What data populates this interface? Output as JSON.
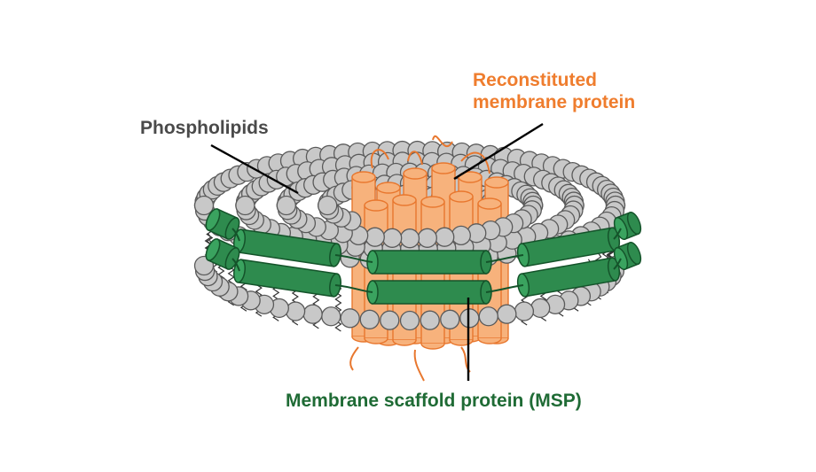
{
  "labels": {
    "phospholipids": "Phospholipids",
    "protein_line1": "Reconstituted",
    "protein_line2": "membrane protein",
    "msp": "Membrane scaffold protein (MSP)"
  },
  "colors": {
    "background": "#ffffff",
    "lipid_head_fill": "#c8c8c8",
    "lipid_head_stroke": "#5a5a5a",
    "protein_fill": "#f7b27c",
    "protein_stroke": "#e8772e",
    "protein_label": "#ef7d2e",
    "msp_fill": "#2e8b4e",
    "msp_stroke": "#14532a",
    "msp_label": "#1f6b35",
    "phospholipids_label": "#4a4a4a",
    "leader_line": "#000000"
  },
  "icons": {
    "lipid": "phospholipid-sphere",
    "protein": "transmembrane-helix-cylinder",
    "msp": "amphipathic-helix-cylinder"
  }
}
